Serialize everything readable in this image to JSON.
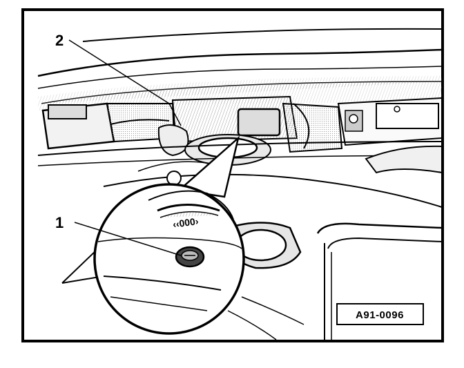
{
  "illustration": {
    "callouts": [
      {
        "id": "1",
        "label": "1"
      },
      {
        "id": "2",
        "label": "2"
      }
    ],
    "reference_code": "A91-0096",
    "colors": {
      "ink": "#000000",
      "paper": "#ffffff",
      "shade": "#d9d9d9"
    }
  }
}
